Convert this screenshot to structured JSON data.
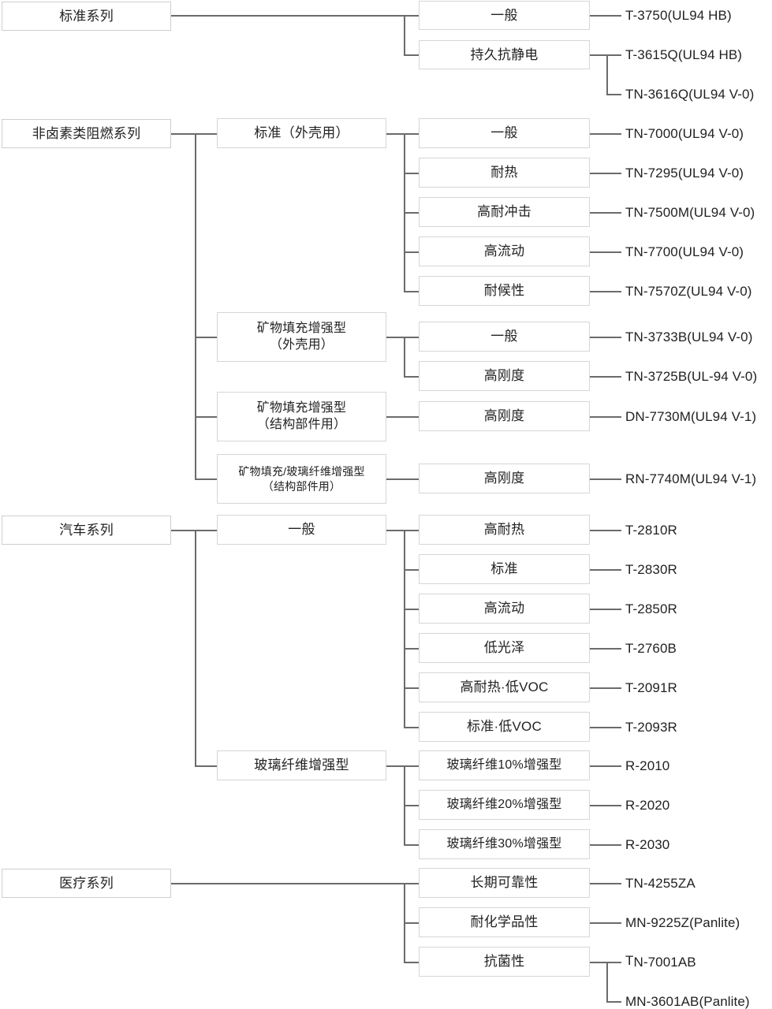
{
  "diagram": {
    "title": "产品系列树状图",
    "line_color": "#6b6b6b",
    "box_border_color": "#d6d6d6",
    "text_color": "#222222",
    "background": "#ffffff"
  },
  "sections": [
    {
      "id": "standard",
      "root": "标准系列",
      "categories": [
        {
          "label": "一般",
          "grades": [
            "T-3750(UL94 HB)"
          ]
        },
        {
          "label": "持久抗静电",
          "grades": [
            "T-3615Q(UL94 HB)",
            "TN-3616Q(UL94 V-0)"
          ]
        }
      ]
    },
    {
      "id": "halogen-free-flame-retardant",
      "root": "非卤素类阻燃系列",
      "groups": [
        {
          "label": "标准（外壳用）",
          "categories": [
            {
              "label": "一般",
              "grades": [
                "TN-7000(UL94 V-0)"
              ]
            },
            {
              "label": "耐热",
              "grades": [
                "TN-7295(UL94 V-0)"
              ]
            },
            {
              "label": "高耐冲击",
              "grades": [
                "TN-7500M(UL94 V-0)"
              ]
            },
            {
              "label": "高流动",
              "grades": [
                "TN-7700(UL94 V-0)"
              ]
            },
            {
              "label": "耐候性",
              "grades": [
                "TN-7570Z(UL94 V-0)"
              ]
            }
          ]
        },
        {
          "label": "矿物填充增强型\n（外壳用）",
          "categories": [
            {
              "label": "一般",
              "grades": [
                "TN-3733B(UL94 V-0)"
              ]
            },
            {
              "label": "高刚度",
              "grades": [
                "TN-3725B(UL-94 V-0)"
              ]
            }
          ]
        },
        {
          "label": "矿物填充增强型\n（结构部件用）",
          "categories": [
            {
              "label": "高刚度",
              "grades": [
                "DN-7730M(UL94 V-1)"
              ]
            }
          ]
        },
        {
          "label": "矿物填充/玻璃纤维增强型\n（结构部件用）",
          "categories": [
            {
              "label": "高刚度",
              "grades": [
                "RN-7740M(UL94 V-1)"
              ]
            }
          ]
        }
      ]
    },
    {
      "id": "automotive",
      "root": "汽车系列",
      "groups": [
        {
          "label": "一般",
          "categories": [
            {
              "label": "高耐热",
              "grades": [
                "T-2810R"
              ]
            },
            {
              "label": "标准",
              "grades": [
                "T-2830R"
              ]
            },
            {
              "label": "高流动",
              "grades": [
                "T-2850R"
              ]
            },
            {
              "label": "低光泽",
              "grades": [
                "T-2760B"
              ]
            },
            {
              "label": "高耐热·低VOC",
              "grades": [
                "T-2091R"
              ]
            },
            {
              "label": "标准·低VOC",
              "grades": [
                "T-2093R"
              ]
            }
          ]
        },
        {
          "label": "玻璃纤维增强型",
          "categories": [
            {
              "label": "玻璃纤维10%增强型",
              "grades": [
                "R-2010"
              ]
            },
            {
              "label": "玻璃纤维20%增强型",
              "grades": [
                "R-2020"
              ]
            },
            {
              "label": "玻璃纤维30%增强型",
              "grades": [
                "R-2030"
              ]
            }
          ]
        }
      ]
    },
    {
      "id": "medical",
      "root": "医疗系列",
      "categories": [
        {
          "label": "长期可靠性",
          "grades": [
            "TN-4255ZA"
          ]
        },
        {
          "label": "耐化学品性",
          "grades": [
            "MN-9225Z(Panlite)"
          ]
        },
        {
          "label": "抗菌性",
          "grades": [
            "TN-7001AB",
            "MN-3601AB(Panlite)"
          ]
        }
      ]
    }
  ],
  "nodes": {
    "standard_root": "标准系列",
    "standard_c1": "一般",
    "standard_c2": "持久抗静电",
    "standard_g1": "T-3750(UL94 HB)",
    "standard_g2": "T-3615Q(UL94 HB)",
    "standard_g3": "TN-3616Q(UL94 V-0)",
    "hf_root": "非卤素类阻燃系列",
    "hf_grp1": "标准（外壳用）",
    "hf_grp2": "矿物填充增强型\n（外壳用）",
    "hf_grp3": "矿物填充增强型\n（结构部件用）",
    "hf_grp4": "矿物填充/玻璃纤维增强型\n（结构部件用）",
    "hf_c1": "一般",
    "hf_c2": "耐热",
    "hf_c3": "高耐冲击",
    "hf_c4": "高流动",
    "hf_c5": "耐候性",
    "hf_c6": "一般",
    "hf_c7": "高刚度",
    "hf_c8": "高刚度",
    "hf_c9": "高刚度",
    "hf_g1": "TN-7000(UL94 V-0)",
    "hf_g2": "TN-7295(UL94 V-0)",
    "hf_g3": "TN-7500M(UL94 V-0)",
    "hf_g4": "TN-7700(UL94 V-0)",
    "hf_g5": "TN-7570Z(UL94 V-0)",
    "hf_g6": "TN-3733B(UL94 V-0)",
    "hf_g7": "TN-3725B(UL-94 V-0)",
    "hf_g8": "DN-7730M(UL94 V-1)",
    "hf_g9": "RN-7740M(UL94 V-1)",
    "au_root": "汽车系列",
    "au_grp1": "一般",
    "au_grp2": "玻璃纤维增强型",
    "au_c1": "高耐热",
    "au_c2": "标准",
    "au_c3": "高流动",
    "au_c4": "低光泽",
    "au_c5": "高耐热·低VOC",
    "au_c6": "标准·低VOC",
    "au_c7": "玻璃纤维10%增强型",
    "au_c8": "玻璃纤维20%增强型",
    "au_c9": "玻璃纤维30%增强型",
    "au_g1": "T-2810R",
    "au_g2": "T-2830R",
    "au_g3": "T-2850R",
    "au_g4": "T-2760B",
    "au_g5": "T-2091R",
    "au_g6": "T-2093R",
    "au_g7": "R-2010",
    "au_g8": "R-2020",
    "au_g9": "R-2030",
    "me_root": "医疗系列",
    "me_c1": "长期可靠性",
    "me_c2": "耐化学品性",
    "me_c3": "抗菌性",
    "me_g1_prefix": "T",
    "me_g1_rest": "N-7001AB",
    "me_g2": "MN-9225Z(Panlite)",
    "me_g3": "MN-3601AB(Panlite)"
  }
}
